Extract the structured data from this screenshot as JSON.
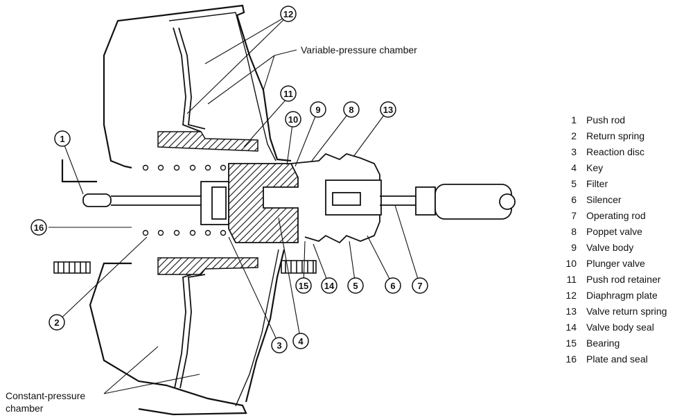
{
  "labels": {
    "variable_chamber": "Variable-pressure chamber",
    "constant_chamber_line1": "Constant-pressure",
    "constant_chamber_line2": "chamber"
  },
  "legend": [
    {
      "num": "1",
      "label": "Push rod"
    },
    {
      "num": "2",
      "label": "Return spring"
    },
    {
      "num": "3",
      "label": "Reaction disc"
    },
    {
      "num": "4",
      "label": "Key"
    },
    {
      "num": "5",
      "label": "Filter"
    },
    {
      "num": "6",
      "label": "Silencer"
    },
    {
      "num": "7",
      "label": "Operating rod"
    },
    {
      "num": "8",
      "label": "Poppet valve"
    },
    {
      "num": "9",
      "label": "Valve body"
    },
    {
      "num": "10",
      "label": "Plunger valve"
    },
    {
      "num": "11",
      "label": "Push rod retainer"
    },
    {
      "num": "12",
      "label": "Diaphragm plate"
    },
    {
      "num": "13",
      "label": "Valve return spring"
    },
    {
      "num": "14",
      "label": "Valve body seal"
    },
    {
      "num": "15",
      "label": "Bearing"
    },
    {
      "num": "16",
      "label": "Plate and seal"
    }
  ],
  "callouts": [
    "1",
    "2",
    "3",
    "4",
    "5",
    "6",
    "7",
    "8",
    "9",
    "10",
    "11",
    "12",
    "13",
    "14",
    "15",
    "16"
  ]
}
